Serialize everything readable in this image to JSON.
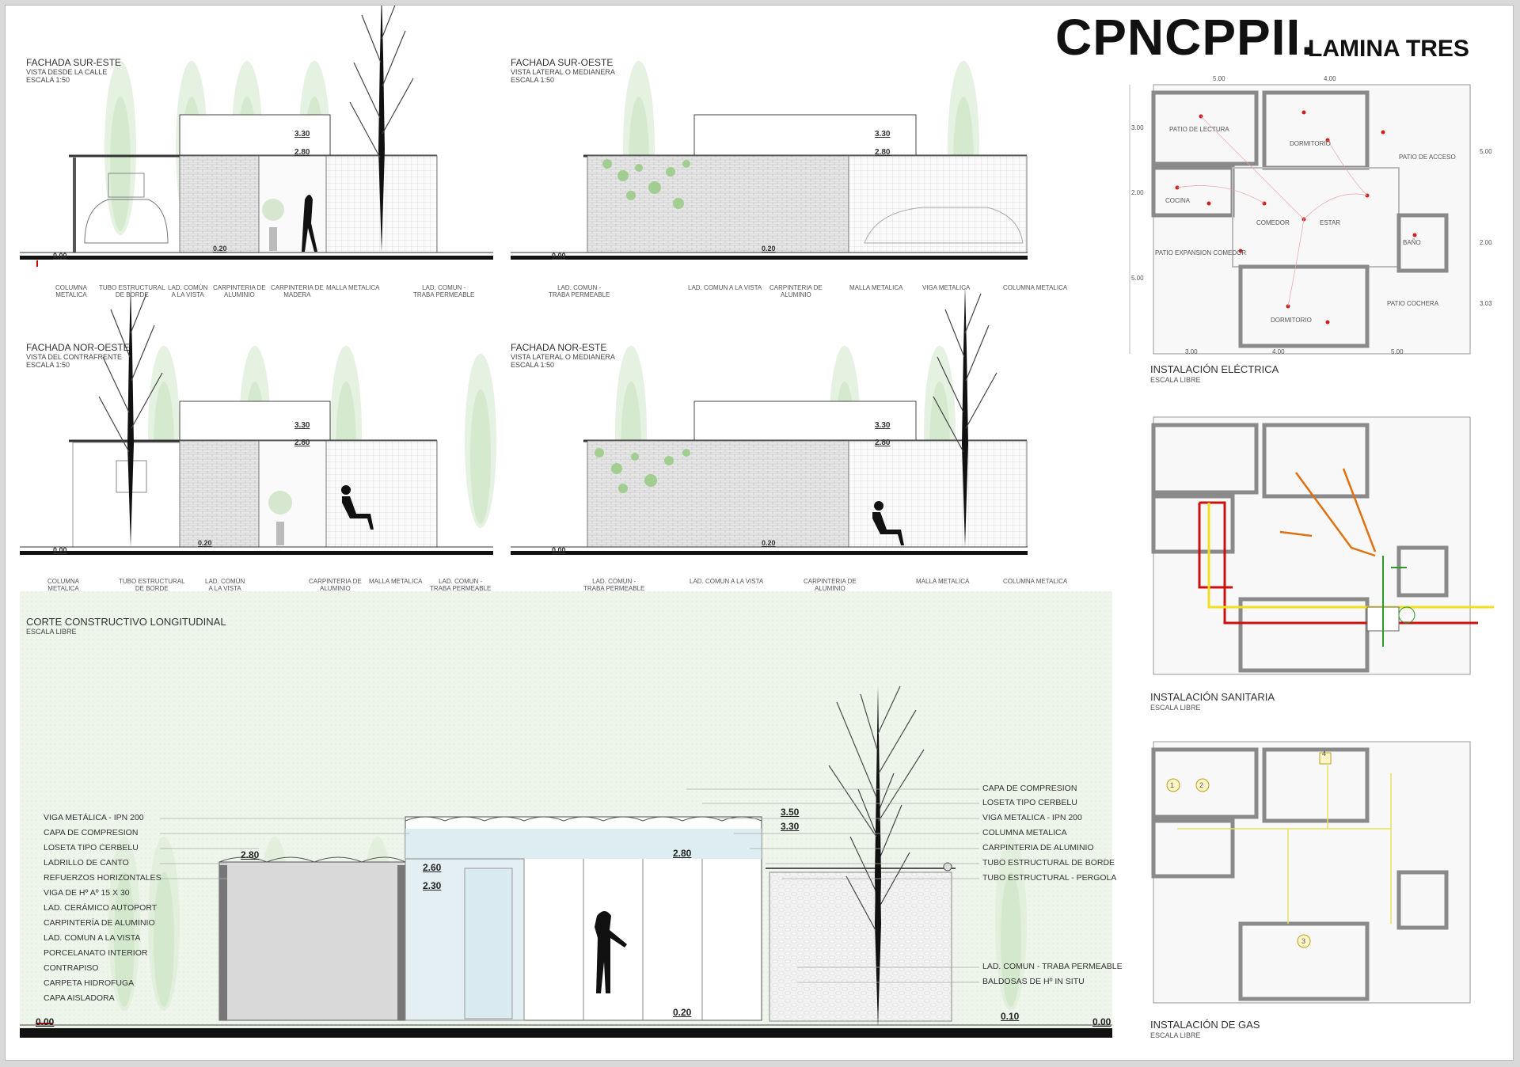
{
  "header": {
    "title": "CPNCPPII",
    "dot": ".",
    "subtitle": "LAMINA TRES"
  },
  "elevations": {
    "se": {
      "title": "FACHADA SUR-ESTE",
      "sub1": "VISTA DESDE LA CALLE",
      "sub2": "ESCALA 1:50",
      "h1": "3.30",
      "h2": "2.80",
      "l0": "0.00",
      "l1": "0.20",
      "labels": [
        "COLUMNA\nMETALICA",
        "TUBO ESTRUCTURAL\nDE BORDE",
        "LAD. COMÚN\nA LA VISTA",
        "CARPINTERIA DE\nALUMINIO",
        "CARPINTERIA DE\nMADERA",
        "MALLA METALICA",
        "LAD. COMUN -\nTRABA PERMEABLE"
      ]
    },
    "so": {
      "title": "FACHADA SUR-OESTE",
      "sub1": "VISTA LATERAL O MEDIANERA",
      "sub2": "ESCALA 1:50",
      "h1": "3.30",
      "h2": "2.80",
      "l0": "0.00",
      "l1": "0.20",
      "labels": [
        "LAD. COMUN -\nTRABA PERMEABLE",
        "LAD. COMUN A LA VISTA",
        "CARPINTERIA DE\nALUMINIO",
        "MALLA METALICA",
        "VIGA METALICA",
        "COLUMNA METALICA"
      ]
    },
    "no": {
      "title": "FACHADA NOR-OESTE",
      "sub1": "VISTA DEL CONTRAFRENTE",
      "sub2": "ESCALA 1:50",
      "h1": "3.30",
      "h2": "2.80",
      "l0": "0.00",
      "l1": "0.20",
      "labels": [
        "COLUMNA\nMETALICA",
        "TUBO ESTRUCTURAL\nDE BORDE",
        "LAD. COMÚN\nA LA VISTA",
        "CARPINTERIA DE\nALUMINIO",
        "MALLA METALICA",
        "LAD. COMUN -\nTRABA PERMEABLE"
      ]
    },
    "ne": {
      "title": "FACHADA NOR-ESTE",
      "sub1": "VISTA LATERAL O MEDIANERA",
      "sub2": "ESCALA 1:50",
      "h1": "3.30",
      "h2": "2.80",
      "l0": "0.00",
      "l1": "0.20",
      "labels": [
        "LAD. COMUN -\nTRABA PERMEABLE",
        "LAD. COMUN A LA VISTA",
        "CARPINTERIA DE\nALUMINIO",
        "MALLA METALICA",
        "COLUMNA METALICA"
      ]
    }
  },
  "section": {
    "title": "CORTE CONSTRUCTIVO LONGITUDINAL",
    "sub": "ESCALA LIBRE",
    "left_labels": [
      "VIGA METÁLICA - IPN 200",
      "CAPA DE COMPRESION",
      "LOSETA TIPO CERBELU",
      "LADRILLO DE CANTO",
      "REFUERZOS HORIZONTALES",
      "VIGA DE Hº Aº 15 X 30",
      "LAD. CERÁMICO AUTOPORT",
      "CARPINTERÍA DE ALUMINIO",
      "LAD. COMUN A LA VISTA",
      "PORCELANATO INTERIOR",
      "CONTRAPISO",
      "CARPETA HIDROFUGA",
      "CAPA AISLADORA"
    ],
    "right_labels": [
      "CAPA DE COMPRESION",
      "LOSETA TIPO CERBELU",
      "VIGA METALICA - IPN 200",
      "COLUMNA METALICA",
      "CARPINTERIA DE ALUMINIO",
      "TUBO ESTRUCTURAL DE BORDE",
      "TUBO ESTRUCTURAL - PERGOLA",
      "LAD. COMUN - TRABA PERMEABLE",
      "BALDOSAS DE Hº IN SITU"
    ],
    "dims": {
      "d350": "3.50",
      "d330": "3.30",
      "d280a": "2.80",
      "d280b": "2.80",
      "d260": "2.60",
      "d230": "2.30",
      "d020": "0.20",
      "d010": "0.10",
      "d000a": "0.00",
      "d000b": "0.00"
    }
  },
  "plans": {
    "elec": {
      "title": "INSTALACIÓN ELÉCTRICA",
      "sub": "ESCALA LIBRE"
    },
    "sani": {
      "title": "INSTALACIÓN SANITARIA",
      "sub": "ESCALA LIBRE"
    },
    "gas": {
      "title": "INSTALACIÓN DE GAS",
      "sub": "ESCALA LIBRE"
    },
    "dims_top": [
      "5.00",
      "4.00"
    ],
    "dims_bottom": [
      "3.00",
      "4.00",
      "5.00"
    ],
    "dims_left": [
      "3.00",
      "2.00",
      "5.00"
    ],
    "dims_right": [
      "5.00",
      "2.00",
      "3.03"
    ],
    "rooms": [
      "PATIO DE LECTURA",
      "DORMITORIO",
      "PATIO DE ACCESO",
      "COCINA",
      "COMEDOR",
      "ESTAR",
      "BAÑO",
      "PATIO EXPANSION COMEDOR",
      "DORMITORIO",
      "PATIO COCHERA"
    ],
    "gas_markers": [
      "1",
      "2",
      "3",
      "4"
    ],
    "colors": {
      "pipe_red": "#cc1111",
      "pipe_yellow": "#f0e020",
      "pipe_orange": "#e07010",
      "elec_red": "#d21d1d",
      "wall": "#8a8a8a"
    }
  }
}
